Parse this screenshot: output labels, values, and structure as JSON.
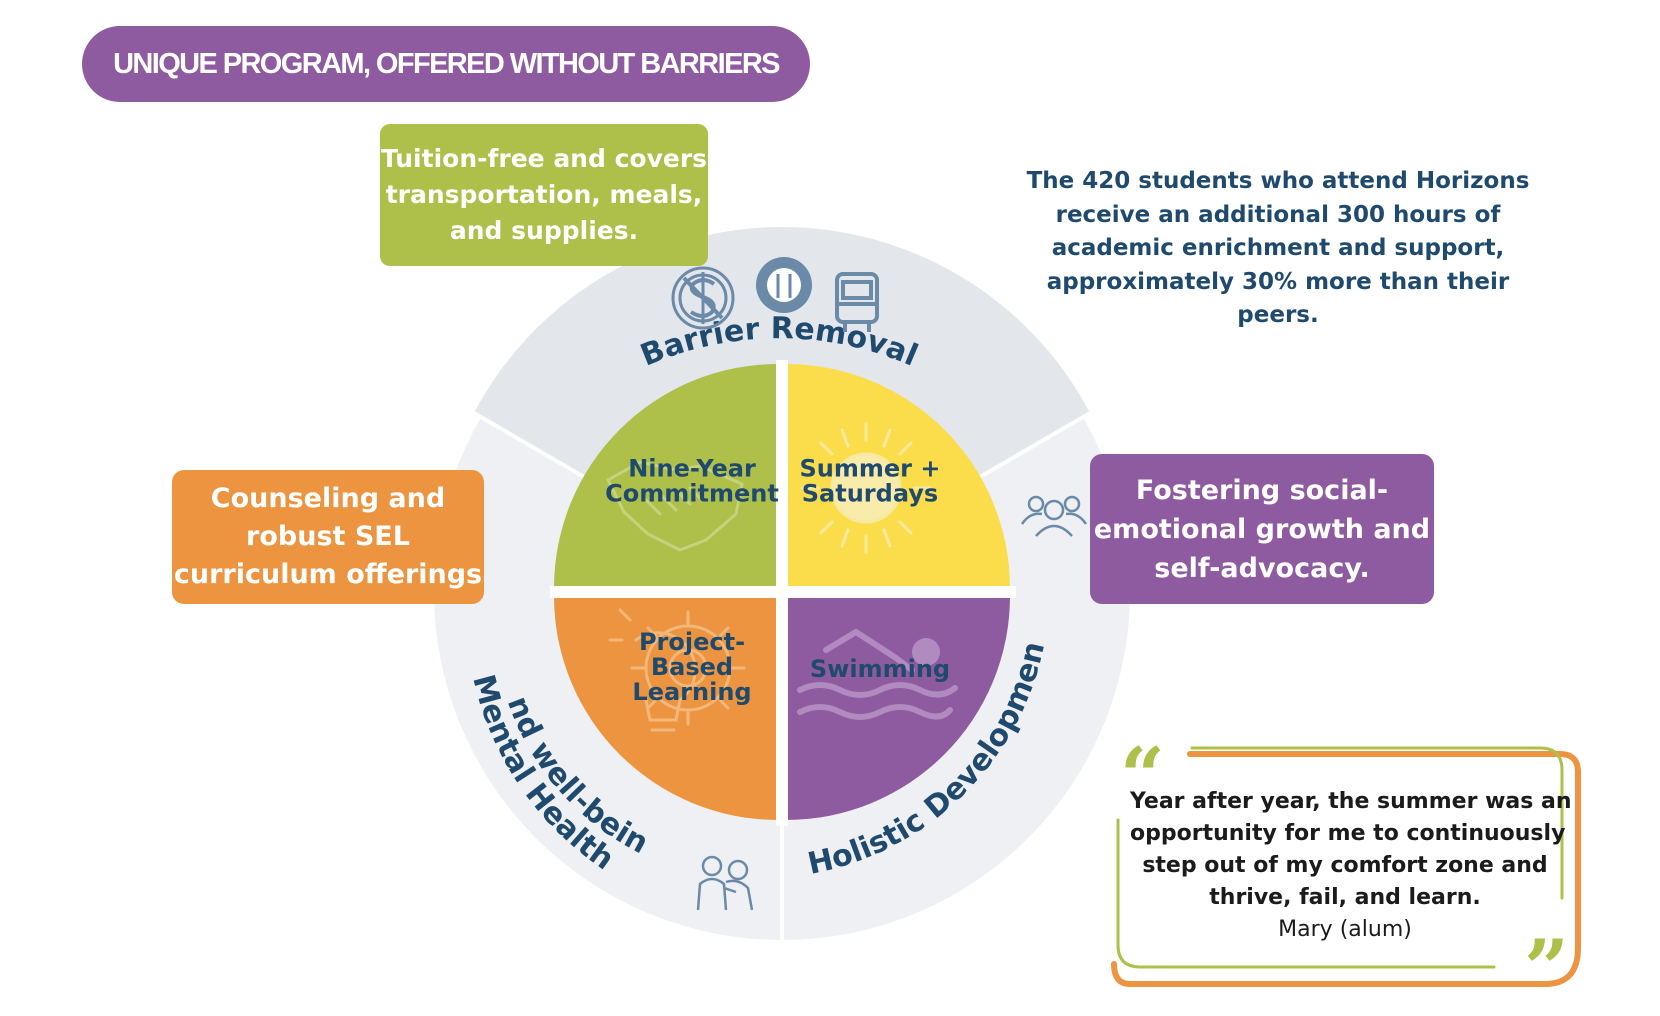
{
  "header": {
    "title": "UNIQUE PROGRAM, OFFERED WITHOUT BARRIERS"
  },
  "callouts": {
    "barrier": {
      "lines": [
        "Tuition-free and covers",
        "transportation, meals,",
        "and supplies."
      ]
    },
    "mental": {
      "lines": [
        "Counseling and",
        "robust SEL",
        "curriculum offerings"
      ]
    },
    "holistic": {
      "lines": [
        "Fostering social-",
        "emotional growth and",
        "self-advocacy."
      ]
    }
  },
  "stat": {
    "lines": [
      "The 420 students who attend Horizons",
      "receive an additional 300 hours of",
      "academic enrichment and support,",
      "approximately 30% more than their",
      "peers."
    ]
  },
  "wheel": {
    "ring_labels": {
      "top": "Barrier Removal",
      "left_line1": "Mental Health",
      "left_line2": "and well-being",
      "right": "Holistic Development"
    },
    "quadrants": [
      {
        "name": "nine-year",
        "lines": [
          "Nine-Year",
          "Commitment"
        ],
        "color": "#aebf4a",
        "icon": "handshake-icon"
      },
      {
        "name": "summer",
        "lines": [
          "Summer +",
          "Saturdays"
        ],
        "color": "#fbdd4c",
        "icon": "sun-icon"
      },
      {
        "name": "project",
        "lines": [
          "Project-",
          "Based",
          "Learning"
        ],
        "color": "#ec9440",
        "icon": "gear-lightbulb-icon"
      },
      {
        "name": "swimming",
        "lines": [
          "Swimming"
        ],
        "color": "#8e5aa0",
        "icon": "swimmer-icon"
      }
    ],
    "ring_icons": [
      "no-dollar-icon",
      "meal-icon",
      "bus-icon",
      "group-icon",
      "support-people-icon"
    ]
  },
  "quote": {
    "lines": [
      "Year after year, the summer was an",
      "opportunity for me to continuously",
      "step out of my comfort zone and",
      "thrive, fail, and learn."
    ],
    "author": "Mary (alum)",
    "open_mark": "“",
    "close_mark": "”"
  },
  "colors": {
    "purple": "#8e5aa0",
    "green": "#aebf4a",
    "orange": "#ec9440",
    "yellow": "#fbdd4c",
    "navy": "#1f4a6e",
    "ring_light": "#eef0f3",
    "ring_top": "#e3e7ec"
  }
}
